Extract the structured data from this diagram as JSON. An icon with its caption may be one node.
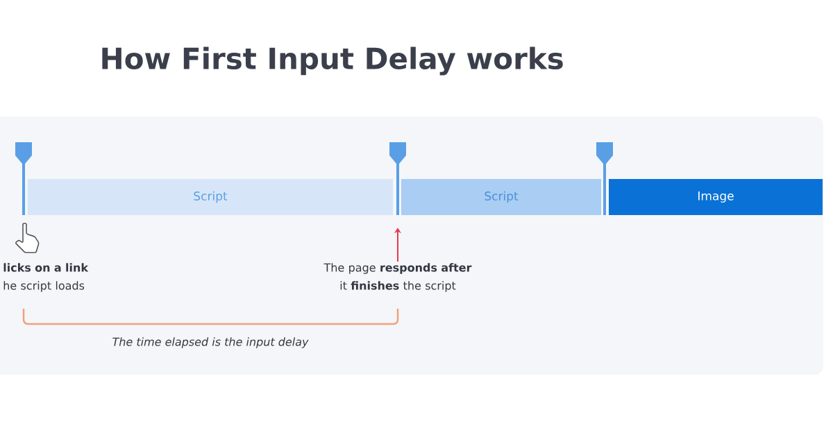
{
  "diagram": {
    "title": "How First Input Delay works",
    "nodes": [
      {
        "text": [
          "Script"
        ]
      },
      {
        "text": [
          "Script"
        ]
      },
      {
        "text": [
          "Image"
        ]
      },
      {
        "text": [
          "**licks on a link** he script loads"
        ]
      },
      {
        "text": [
          "The page **responds after** it **finishes** the script"
        ]
      },
      {
        "text": [],
        "shape": "pin"
      },
      {
        "text": [],
        "shape": "pin"
      },
      {
        "text": [],
        "shape": "pin"
      }
    ],
    "edges": [
      {
        "from": 4,
        "to": 6,
        "arrow": "to"
      }
    ],
    "labels": [
      "The time elapsed is the input delay"
    ]
  }
}
